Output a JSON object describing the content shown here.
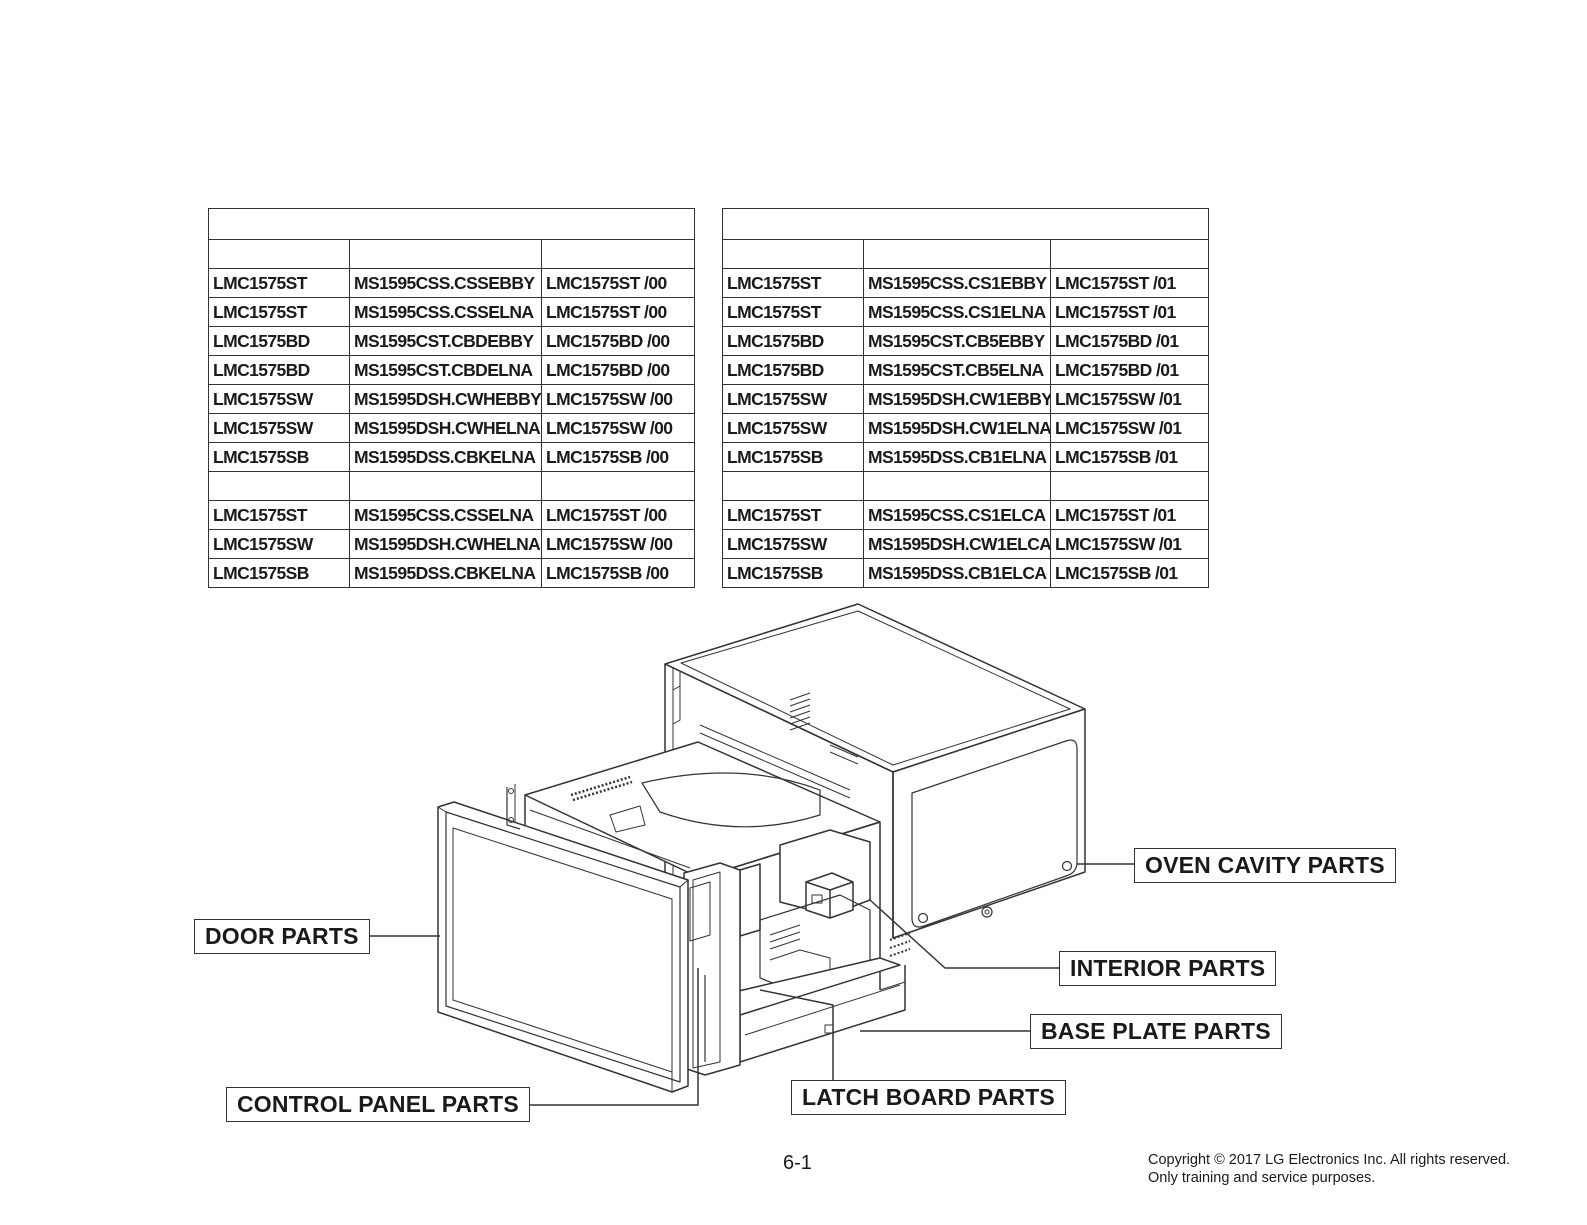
{
  "tables": {
    "left": {
      "title": "",
      "headers": [
        "",
        "",
        ""
      ],
      "group1": [
        [
          "LMC1575ST",
          "MS1595CSS.CSSEBBY",
          "LMC1575ST /00"
        ],
        [
          "LMC1575ST",
          "MS1595CSS.CSSELNA",
          "LMC1575ST /00"
        ],
        [
          "LMC1575BD",
          "MS1595CST.CBDEBBY",
          "LMC1575BD /00"
        ],
        [
          "LMC1575BD",
          "MS1595CST.CBDELNA",
          "LMC1575BD /00"
        ],
        [
          "LMC1575SW",
          "MS1595DSH.CWHEBBY",
          "LMC1575SW /00"
        ],
        [
          "LMC1575SW",
          "MS1595DSH.CWHELNA",
          "LMC1575SW /00"
        ],
        [
          "LMC1575SB",
          "MS1595DSS.CBKELNA",
          "LMC1575SB /00"
        ]
      ],
      "group2_header": [
        "",
        "",
        ""
      ],
      "group2": [
        [
          "LMC1575ST",
          "MS1595CSS.CSSELNA",
          "LMC1575ST /00"
        ],
        [
          "LMC1575SW",
          "MS1595DSH.CWHELNA",
          "LMC1575SW /00"
        ],
        [
          "LMC1575SB",
          "MS1595DSS.CBKELNA",
          "LMC1575SB /00"
        ]
      ]
    },
    "right": {
      "title": "",
      "headers": [
        "",
        "",
        ""
      ],
      "group1": [
        [
          "LMC1575ST",
          "MS1595CSS.CS1EBBY",
          "LMC1575ST /01"
        ],
        [
          "LMC1575ST",
          "MS1595CSS.CS1ELNA",
          "LMC1575ST /01"
        ],
        [
          "LMC1575BD",
          "MS1595CST.CB5EBBY",
          "LMC1575BD /01"
        ],
        [
          "LMC1575BD",
          "MS1595CST.CB5ELNA",
          "LMC1575BD /01"
        ],
        [
          "LMC1575SW",
          "MS1595DSH.CW1EBBY",
          "LMC1575SW /01"
        ],
        [
          "LMC1575SW",
          "MS1595DSH.CW1ELNA",
          "LMC1575SW /01"
        ],
        [
          "LMC1575SB",
          "MS1595DSS.CB1ELNA",
          "LMC1575SB /01"
        ]
      ],
      "group2_header": [
        "",
        "",
        ""
      ],
      "group2": [
        [
          "LMC1575ST",
          "MS1595CSS.CS1ELCA",
          "LMC1575ST /01"
        ],
        [
          "LMC1575SW",
          "MS1595DSH.CW1ELCA",
          "LMC1575SW /01"
        ],
        [
          "LMC1575SB",
          "MS1595DSS.CB1ELCA",
          "LMC1575SB /01"
        ]
      ]
    }
  },
  "callouts": {
    "oven_cavity": "OVEN CAVITY PARTS",
    "door": "DOOR PARTS",
    "interior": "INTERIOR PARTS",
    "base_plate": "BASE PLATE PARTS",
    "control_panel": "CONTROL PANEL PARTS",
    "latch_board": "LATCH BOARD PARTS"
  },
  "footer": {
    "page_number": "6-1",
    "copyright_line1": "Copyright © 2017 LG Electronics Inc. All rights reserved.",
    "copyright_line2": "Only training and service purposes."
  }
}
